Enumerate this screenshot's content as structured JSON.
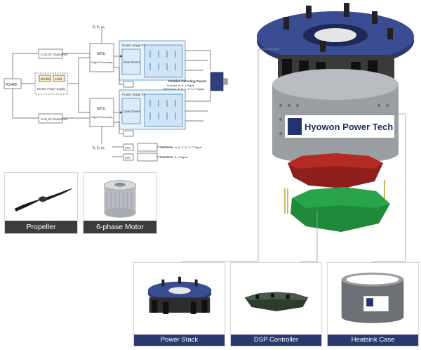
{
  "diagram": {
    "rs485": "RS485",
    "can1": "CAN_IN\nTransceiver",
    "can2": "CAN_IN\nTransceiver",
    "dcdc": "DC/DC",
    "ldo": "LDO",
    "pwr_supply": "DC/DC Power Supply",
    "mcu1": "MCU",
    "mcu2": "MCU",
    "dsp1": "Digital Processing",
    "dsp2": "Digital Processing",
    "stage1": "Power Stage #1",
    "stage2": "Power Stage #2",
    "gate1": "Gate Drivers",
    "gate2": "Gate Drivers",
    "pos_sensor_title": "Position Detecting Sensor",
    "pos_sensor_line1": "Encoder: A, B, Z Signal",
    "pos_sensor_line2": "Hall Sensor: A, B, C, D, E, F Signal",
    "hall_label": "Hall Sensor: A, B, C, D, E, F Signal",
    "enc_label": "Encoder: A, B, Z Signal",
    "dsp_box1": "DSP",
    "dsp_box2": "DSP",
    "top_signals": "θ₁  θ₂  ω₁",
    "bottom_signals": "θ₁  θ₂  ω₁"
  },
  "cards": {
    "propeller": "Propeller",
    "motor": "6-phase Motor",
    "power_stack": "Power Stack",
    "dsp_controller": "DSP Controller",
    "heatsink_case": "Heatsink Case"
  },
  "hero": {
    "brand": "Hyowon Power Tech"
  }
}
